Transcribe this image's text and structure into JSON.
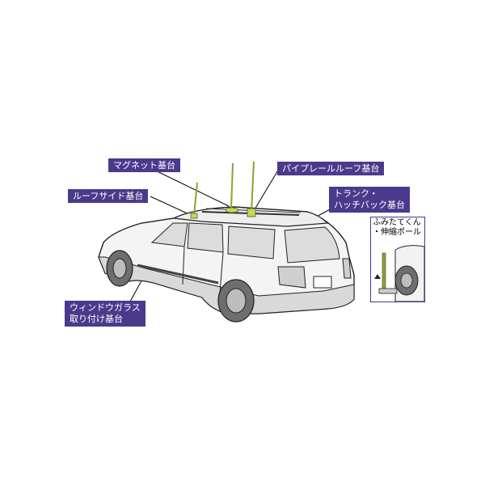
{
  "labels": {
    "magnet_base": "マグネット基台",
    "roof_side_base": "ルーフサイド基台",
    "pipe_rail_roof_base": "パイプレールルーフ基台",
    "trunk_hatch_line1": "トランク・",
    "trunk_hatch_line2": "ハッチバック基台",
    "fumitate_line1": "ふみたてくん",
    "fumitate_line2": "・伸縮ポール",
    "window_glass_line1": "ウィンドウガラス",
    "window_glass_line2": "取り付け基台"
  },
  "colors": {
    "label_bg": "#4b3a8c",
    "label_text": "#ffffff",
    "antenna_green": "#c8d94a",
    "car_gray": "#d9d9d9",
    "car_dark": "#6e6e6e"
  }
}
